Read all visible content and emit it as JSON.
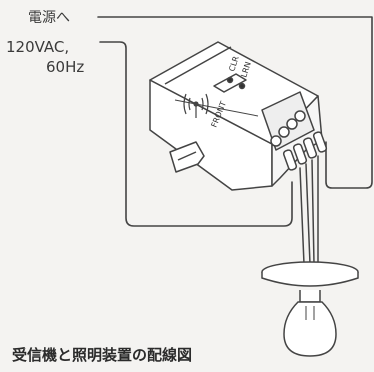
{
  "labels": {
    "power": "電源へ",
    "voltage": "120VAC,",
    "frequency": "60Hz",
    "title": "受信機と照明装置の配線図"
  },
  "device": {
    "front_label": "FRONT",
    "clr_label": "CLR",
    "lrn_label": "LRN",
    "terminal_count": 4,
    "wire_count": 4
  },
  "colors": {
    "background": "#f4f3f1",
    "line": "#444444",
    "device_fill": "#ffffff",
    "terminal_fill": "#eeeeee"
  }
}
